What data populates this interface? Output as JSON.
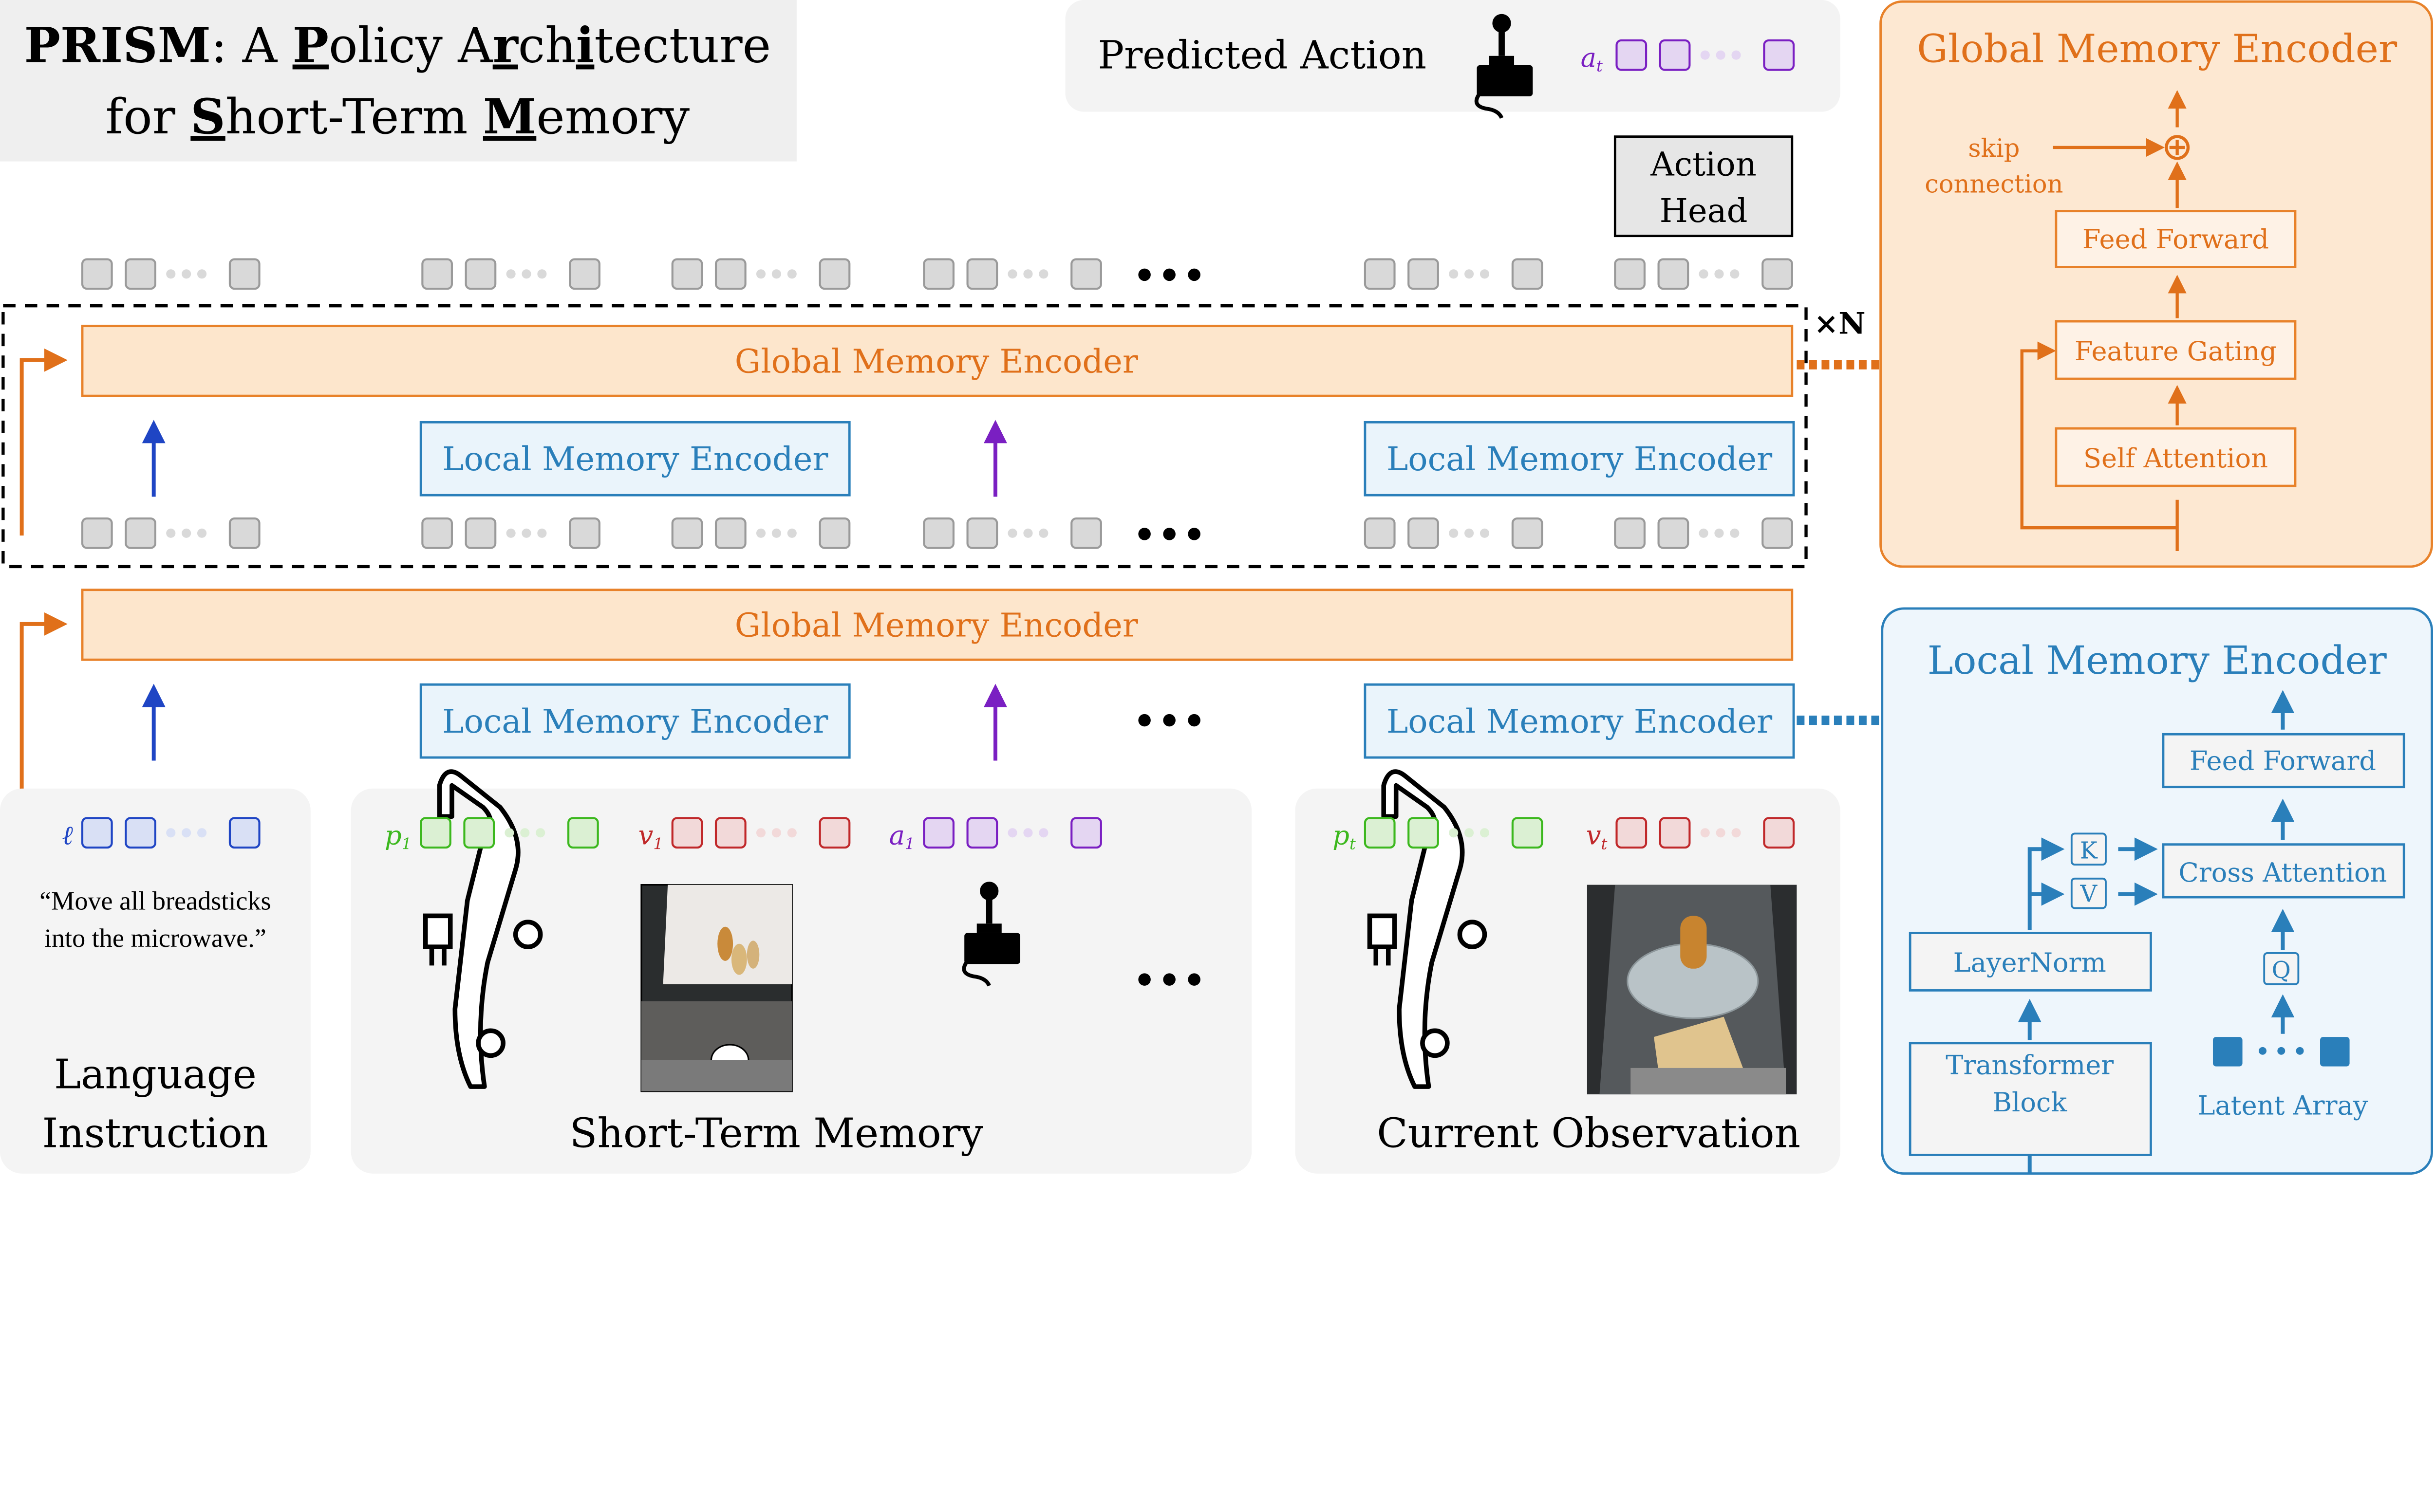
{
  "title": {
    "line1": [
      {
        "t": "PRISM",
        "b": true,
        "u": false
      },
      {
        "t": ": A ",
        "b": false,
        "u": false
      },
      {
        "t": "P",
        "b": true,
        "u": true
      },
      {
        "t": "olicy A",
        "b": false,
        "u": false
      },
      {
        "t": "r",
        "b": true,
        "u": true
      },
      {
        "t": "ch",
        "b": false,
        "u": false
      },
      {
        "t": "i",
        "b": true,
        "u": true
      },
      {
        "t": "tecture",
        "b": false,
        "u": false
      }
    ],
    "line2": [
      {
        "t": "for ",
        "b": false,
        "u": false
      },
      {
        "t": "S",
        "b": true,
        "u": true
      },
      {
        "t": "hort-Term ",
        "b": false,
        "u": false
      },
      {
        "t": "M",
        "b": true,
        "u": true
      },
      {
        "t": "emory",
        "b": false,
        "u": false
      }
    ]
  },
  "predicted_action": {
    "label": "Predicted Action",
    "token_symbol": "a",
    "token_sub": "t",
    "icon": "joystick-icon"
  },
  "action_head": {
    "line1": "Action",
    "line2": "Head"
  },
  "repeat_label": "×N",
  "gme_label": "Global Memory Encoder",
  "lme_label": "Local Memory Encoder",
  "panels": {
    "language": {
      "title1": "Language",
      "title2": "Instruction",
      "quote1": "“Move all breadsticks",
      "quote2": "into the microwave.”",
      "token_symbol": "ℓ",
      "token_sub": ""
    },
    "stm": {
      "title": "Short-Term Memory",
      "tokens": [
        {
          "symbol": "p",
          "sub": "1",
          "kind": "proprio"
        },
        {
          "symbol": "v",
          "sub": "1",
          "kind": "vision"
        },
        {
          "symbol": "a",
          "sub": "1",
          "kind": "action"
        }
      ]
    },
    "current": {
      "title": "Current Observation",
      "tokens": [
        {
          "symbol": "p",
          "sub": "t",
          "kind": "proprio"
        },
        {
          "symbol": "v",
          "sub": "t",
          "kind": "vision"
        }
      ]
    }
  },
  "gme_detail": {
    "title": "Global Memory Encoder",
    "skip1": "skip",
    "skip2": "connection",
    "blocks": [
      "Feed Forward",
      "Feature Gating",
      "Self Attention"
    ]
  },
  "lme_detail": {
    "title": "Local Memory Encoder",
    "blocks": {
      "ff": "Feed Forward",
      "ca": "Cross Attention",
      "ln": "LayerNorm",
      "tb1": "Transformer",
      "tb2": "Block"
    },
    "k": "K",
    "v": "V",
    "q": "Q",
    "latent": "Latent Array"
  },
  "colors": {
    "orange": "#e0701a",
    "orange_fill": "#fde6cc",
    "blue": "#2a7fba",
    "blue_fill": "#eaf4fb",
    "lang": "#1f45c4",
    "proprio": "#3cb81e",
    "vision": "#c0282a",
    "action": "#7a1fc2",
    "gray_token": "#d9d9d9"
  }
}
